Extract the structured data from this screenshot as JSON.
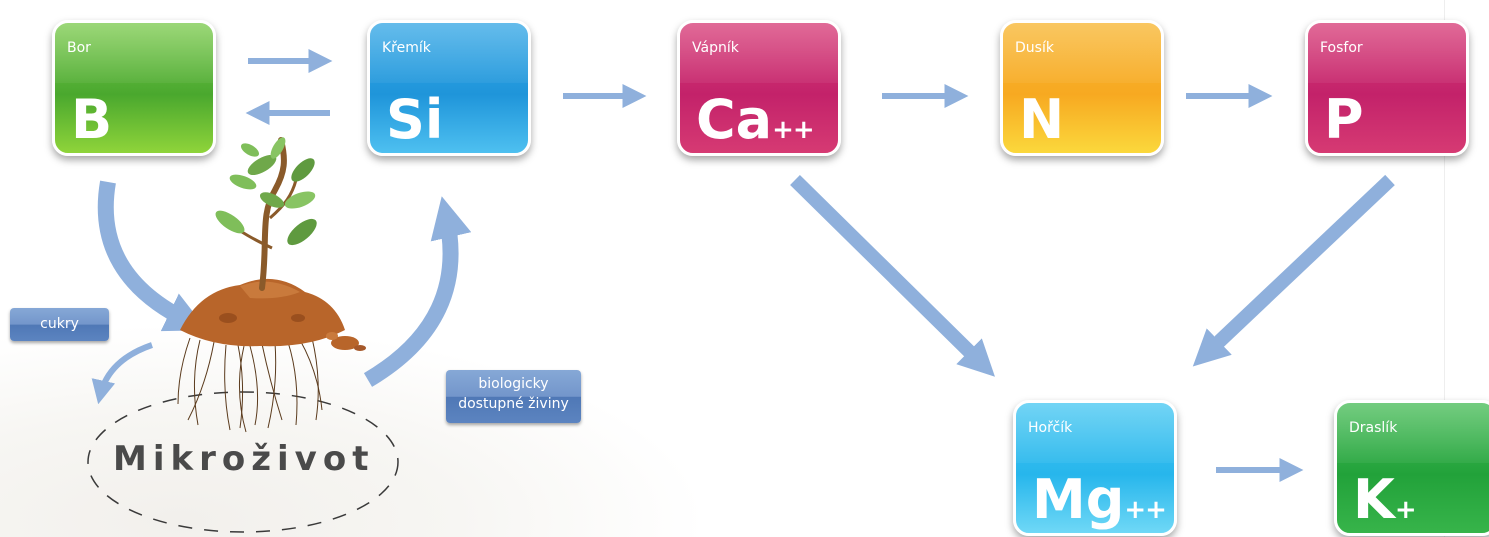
{
  "elements": {
    "bor": {
      "name": "Bor",
      "symbol": "B",
      "charge": ""
    },
    "kremik": {
      "name": "Křemík",
      "symbol": "Si",
      "charge": ""
    },
    "vapnik": {
      "name": "Vápník",
      "symbol": "Ca",
      "charge": "++"
    },
    "dusik": {
      "name": "Dusík",
      "symbol": "N",
      "charge": ""
    },
    "fosfor": {
      "name": "Fosfor",
      "symbol": "P",
      "charge": ""
    },
    "horcik": {
      "name": "Hořčík",
      "symbol": "Mg",
      "charge": "++"
    },
    "draslik": {
      "name": "Draslík",
      "symbol": "K",
      "charge": "+"
    }
  },
  "labels": {
    "cukry": "cukry",
    "biologicky_line1": "biologicky",
    "biologicky_line2": "dostupné živiny",
    "mikrozivot": "Mikroživot"
  },
  "colors": {
    "arrow": "#8fb0dc",
    "green": "#5bb535",
    "blue": "#1f95da",
    "magenta": "#c3226a",
    "orange": "#f7a921",
    "light_blue": "#27b6ec",
    "dark_green": "#22a23a",
    "note": "#5c84c0",
    "soil": "#b8652a"
  },
  "icons": [
    "plant-illustration",
    "soil-mound",
    "dashed-ellipse"
  ]
}
